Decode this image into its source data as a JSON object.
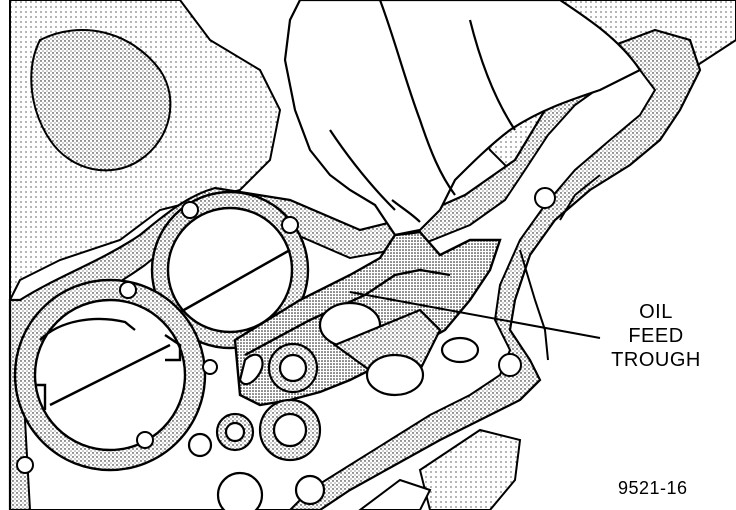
{
  "callout": {
    "lines": [
      "OIL",
      "FEED",
      "TROUGH"
    ]
  },
  "figure_number": "9521-16",
  "colors": {
    "ink": "#000000",
    "paper": "#ffffff",
    "stipple": "#8a8a8a"
  }
}
